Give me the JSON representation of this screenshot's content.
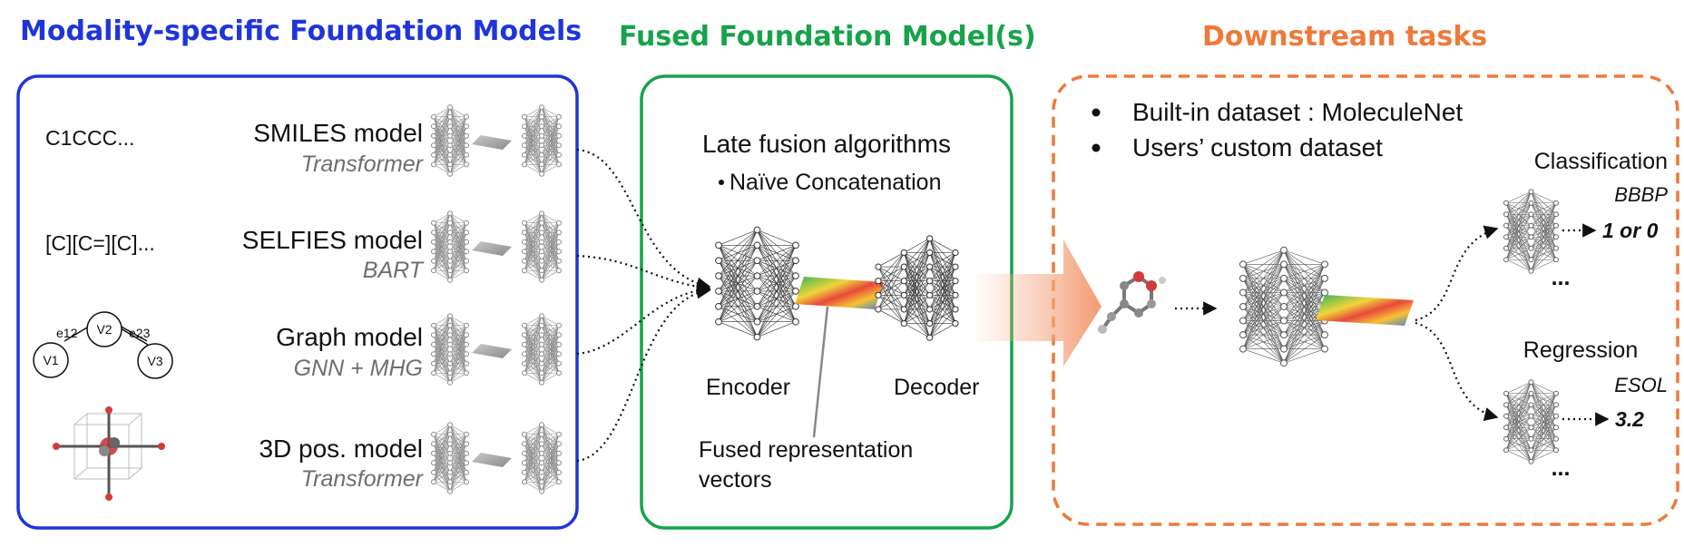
{
  "sections": {
    "modality": {
      "title": "Modality-specific Foundation Models",
      "color": "#1f35d9",
      "models": [
        {
          "input": "C1CCC...",
          "name": "SMILES model",
          "arch": "Transformer"
        },
        {
          "input": "[C][C=][C]...",
          "name": "SELFIES model",
          "arch": "BART"
        },
        {
          "input": "",
          "name": "Graph model",
          "arch": "GNN + MHG"
        },
        {
          "input": "",
          "name": "3D pos. model",
          "arch": "Transformer"
        }
      ],
      "graph_input": {
        "nodes": [
          "V1",
          "V2",
          "V3"
        ],
        "edges": [
          "e12",
          "e23"
        ]
      }
    },
    "fused": {
      "title": "Fused Foundation Model(s)",
      "color": "#16a34a",
      "heading": "Late fusion algorithms",
      "bullet": "Naïve Concatenation",
      "encoder": "Encoder",
      "decoder": "Decoder",
      "fused_rep": [
        "Fused representation",
        "vectors"
      ]
    },
    "downstream": {
      "title": "Downstream tasks",
      "color": "#ee7a3a",
      "bullets": [
        "Built-in dataset : MoleculeNet",
        "Users’ custom   dataset"
      ],
      "classification": {
        "label": "Classification",
        "dataset": "BBBP",
        "output": "1 or 0"
      },
      "regression": {
        "label": "Regression",
        "dataset": "ESOL",
        "output": "3.2"
      },
      "ellipsis": "..."
    }
  },
  "icons": {
    "network": "neural-network-icon",
    "latent": "latent-heatmap-icon",
    "molecule3d": "3d-molecule-icon",
    "molecule": "molecule-ball-stick-icon"
  }
}
